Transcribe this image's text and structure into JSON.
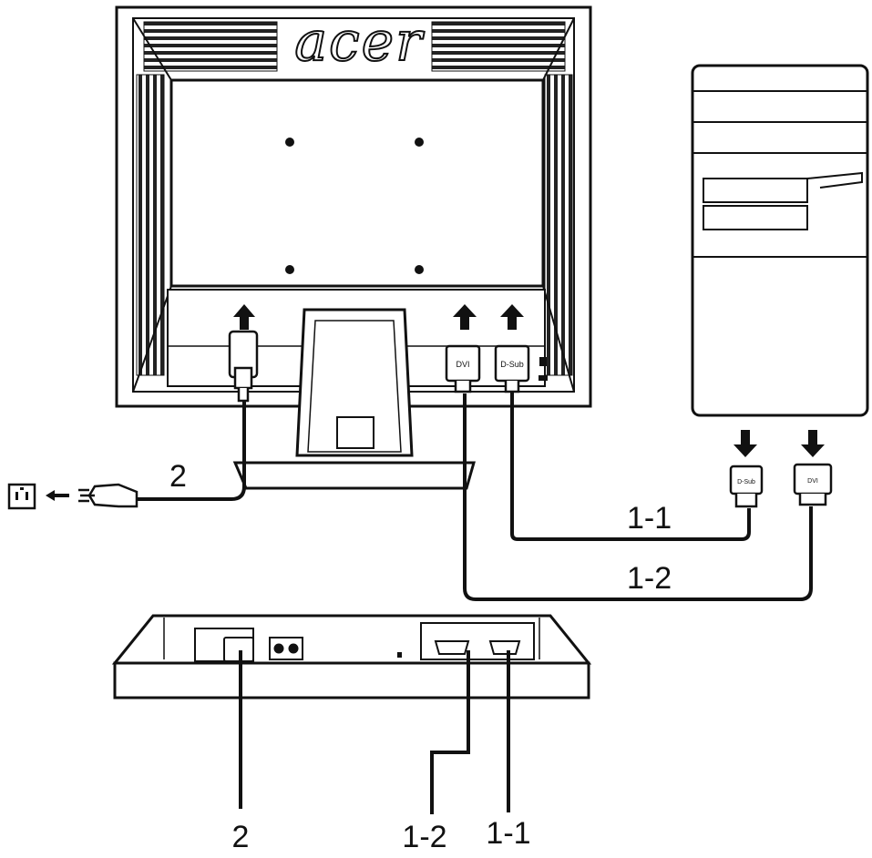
{
  "brand": {
    "logo_text": "acer"
  },
  "monitor_ports": {
    "dvi": "DVI",
    "dsub": "D-Sub"
  },
  "pc_ports": {
    "dsub": "D-Sub",
    "dvi": "DVI"
  },
  "callouts": {
    "power_cable": "2",
    "dsub_cable": "1-1",
    "dvi_cable": "1-2",
    "bottom_power": "2",
    "bottom_dvi": "1-2",
    "bottom_dsub": "1-1"
  },
  "colors": {
    "line": "#111111",
    "panel": "#ffffff",
    "vent": "#222222"
  },
  "icons": [
    "wall-outlet-icon",
    "power-plug-icon",
    "arrow-up-icon",
    "arrow-down-icon",
    "lock-icon"
  ]
}
